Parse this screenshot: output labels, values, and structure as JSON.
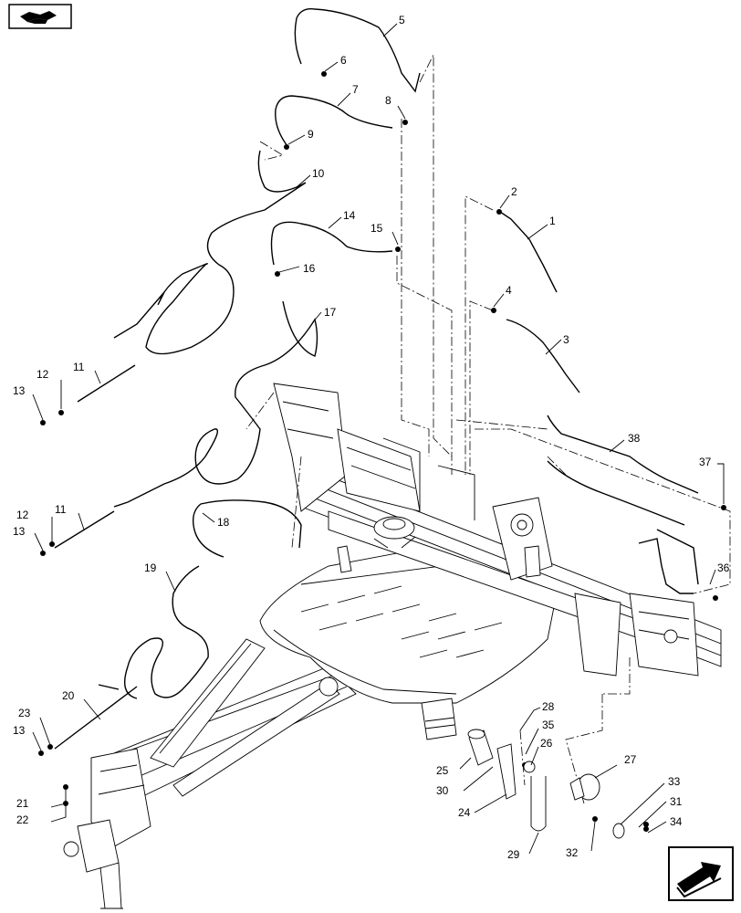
{
  "callouts": [
    "1",
    "2",
    "3",
    "4",
    "5",
    "6",
    "7",
    "8",
    "9",
    "10",
    "11",
    "11",
    "12",
    "12",
    "13",
    "13",
    "13",
    "14",
    "15",
    "16",
    "17",
    "18",
    "19",
    "20",
    "21",
    "22",
    "23",
    "24",
    "25",
    "26",
    "27",
    "28",
    "29",
    "30",
    "31",
    "32",
    "33",
    "34",
    "35",
    "36",
    "37",
    "38"
  ],
  "icons": {
    "top_left": "parts-book-icon",
    "bottom_right": "navigation-arrow-icon"
  }
}
